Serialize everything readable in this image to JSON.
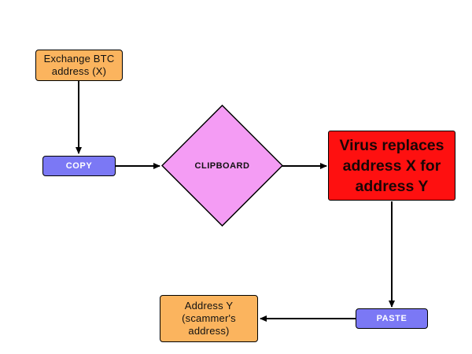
{
  "nodes": {
    "exchange_address": "Exchange BTC\naddress (X)",
    "copy": "COPY",
    "clipboard": "CLIPBOARD",
    "virus": "Virus replaces\naddress X for\naddress Y",
    "paste": "PASTE",
    "scammer_address": "Address Y\n(scammer's\naddress)"
  },
  "colors": {
    "orange_box": "#fbb45e",
    "blue_button": "#7b78f5",
    "diamond": "#f49cf4",
    "red_box": "#fe1010"
  }
}
